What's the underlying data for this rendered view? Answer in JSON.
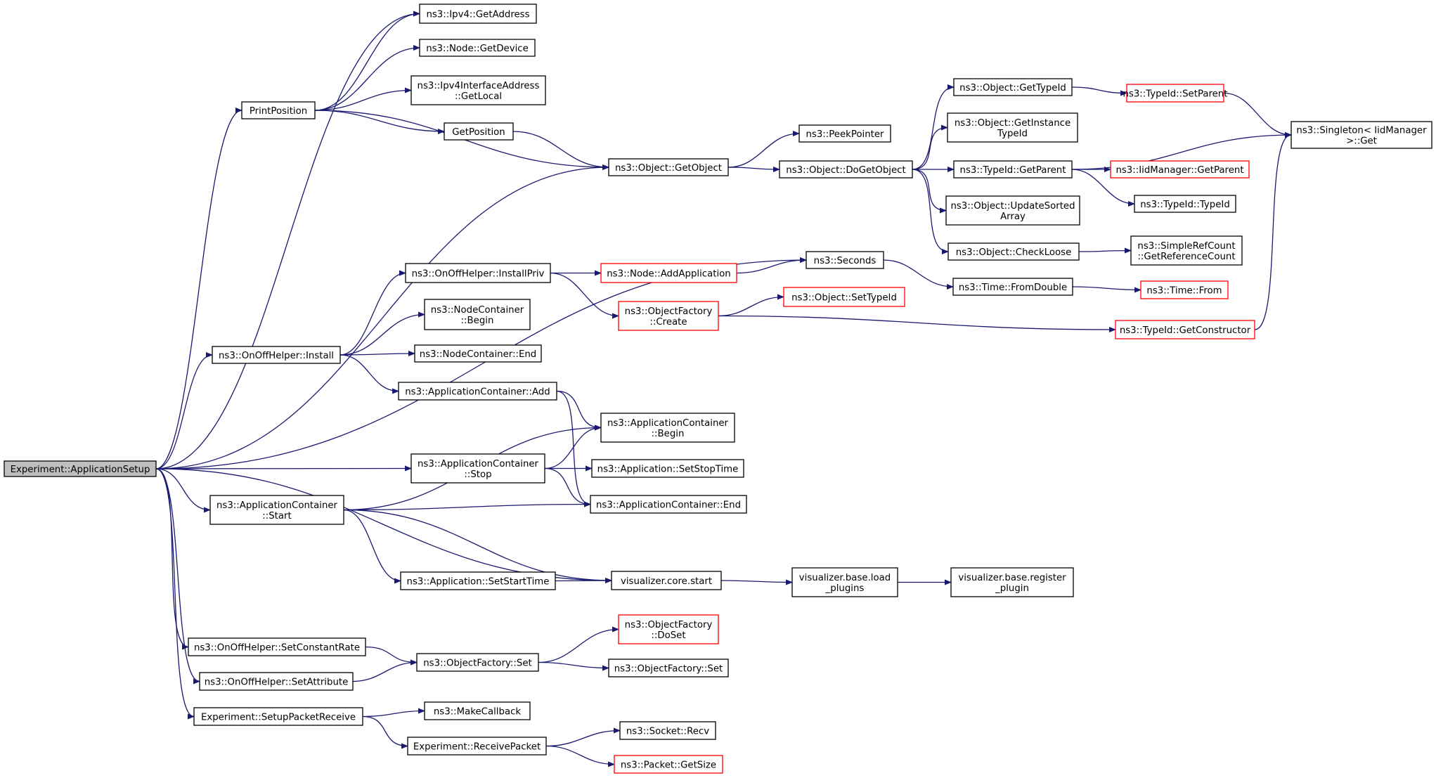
{
  "colors": {
    "edge": "#191970",
    "border_default": "#000000",
    "border_truncated": "#ff0000",
    "root_fill": "#bfbfbf",
    "node_fill": "#ffffff"
  },
  "nodes": [
    {
      "id": "root",
      "lines": [
        "Experiment::ApplicationSetup"
      ],
      "style": "root"
    },
    {
      "id": "print_position",
      "lines": [
        "PrintPosition"
      ],
      "style": "normal"
    },
    {
      "id": "ipv4_getaddress",
      "lines": [
        "ns3::Ipv4::GetAddress"
      ],
      "style": "normal"
    },
    {
      "id": "node_getdevice",
      "lines": [
        "ns3::Node::GetDevice"
      ],
      "style": "normal"
    },
    {
      "id": "ipv4ifaddr_getlocal",
      "lines": [
        "ns3::Ipv4InterfaceAddress",
        "::GetLocal"
      ],
      "style": "normal"
    },
    {
      "id": "getposition",
      "lines": [
        "GetPosition"
      ],
      "style": "normal"
    },
    {
      "id": "object_getobject",
      "lines": [
        "ns3::Object::GetObject"
      ],
      "style": "normal"
    },
    {
      "id": "peekpointer",
      "lines": [
        "ns3::PeekPointer"
      ],
      "style": "normal"
    },
    {
      "id": "object_dogetobject",
      "lines": [
        "ns3::Object::DoGetObject"
      ],
      "style": "normal"
    },
    {
      "id": "object_gettypeid",
      "lines": [
        "ns3::Object::GetTypeId"
      ],
      "style": "normal"
    },
    {
      "id": "typeid_setparent",
      "lines": [
        "ns3::TypeId::SetParent"
      ],
      "style": "truncated"
    },
    {
      "id": "singleton_get",
      "lines": [
        "ns3::Singleton< IidManager",
        " >::Get"
      ],
      "style": "normal"
    },
    {
      "id": "object_getinstancetypeid",
      "lines": [
        "ns3::Object::GetInstance",
        "TypeId"
      ],
      "style": "normal"
    },
    {
      "id": "typeid_getparent",
      "lines": [
        "ns3::TypeId::GetParent"
      ],
      "style": "normal"
    },
    {
      "id": "iidmanager_getparent",
      "lines": [
        "ns3::IidManager::GetParent"
      ],
      "style": "truncated"
    },
    {
      "id": "typeid_typeid",
      "lines": [
        "ns3::TypeId::TypeId"
      ],
      "style": "normal"
    },
    {
      "id": "object_updatesortedarray",
      "lines": [
        "ns3::Object::UpdateSorted",
        "Array"
      ],
      "style": "normal"
    },
    {
      "id": "object_checkloose",
      "lines": [
        "ns3::Object::CheckLoose"
      ],
      "style": "normal"
    },
    {
      "id": "simplerefcount_getrefcount",
      "lines": [
        "ns3::SimpleRefCount",
        "::GetReferenceCount"
      ],
      "style": "normal"
    },
    {
      "id": "seconds",
      "lines": [
        "ns3::Seconds"
      ],
      "style": "normal"
    },
    {
      "id": "time_fromdouble",
      "lines": [
        "ns3::Time::FromDouble"
      ],
      "style": "normal"
    },
    {
      "id": "time_from",
      "lines": [
        "ns3::Time::From"
      ],
      "style": "truncated"
    },
    {
      "id": "onoff_installpriv",
      "lines": [
        "ns3::OnOffHelper::InstallPriv"
      ],
      "style": "normal"
    },
    {
      "id": "node_addapplication",
      "lines": [
        "ns3::Node::AddApplication"
      ],
      "style": "truncated"
    },
    {
      "id": "objectfactory_create",
      "lines": [
        "ns3::ObjectFactory",
        "::Create"
      ],
      "style": "truncated"
    },
    {
      "id": "object_settypeid",
      "lines": [
        "ns3::Object::SetTypeId"
      ],
      "style": "truncated"
    },
    {
      "id": "typeid_getconstructor",
      "lines": [
        "ns3::TypeId::GetConstructor"
      ],
      "style": "truncated"
    },
    {
      "id": "nodecontainer_begin",
      "lines": [
        "ns3::NodeContainer",
        "::Begin"
      ],
      "style": "normal"
    },
    {
      "id": "onoff_install",
      "lines": [
        "ns3::OnOffHelper::Install"
      ],
      "style": "normal"
    },
    {
      "id": "nodecontainer_end",
      "lines": [
        "ns3::NodeContainer::End"
      ],
      "style": "normal"
    },
    {
      "id": "appcontainer_add",
      "lines": [
        "ns3::ApplicationContainer::Add"
      ],
      "style": "normal"
    },
    {
      "id": "appcontainer_begin",
      "lines": [
        "ns3::ApplicationContainer",
        "::Begin"
      ],
      "style": "normal"
    },
    {
      "id": "appcontainer_stop",
      "lines": [
        "ns3::ApplicationContainer",
        "::Stop"
      ],
      "style": "normal"
    },
    {
      "id": "application_setstoptime",
      "lines": [
        "ns3::Application::SetStopTime"
      ],
      "style": "normal"
    },
    {
      "id": "appcontainer_start",
      "lines": [
        "ns3::ApplicationContainer",
        "::Start"
      ],
      "style": "normal"
    },
    {
      "id": "appcontainer_end",
      "lines": [
        "ns3::ApplicationContainer::End"
      ],
      "style": "normal"
    },
    {
      "id": "application_setstarttime",
      "lines": [
        "ns3::Application::SetStartTime"
      ],
      "style": "normal"
    },
    {
      "id": "visualizer_core_start",
      "lines": [
        "visualizer.core.start"
      ],
      "style": "normal"
    },
    {
      "id": "visualizer_load_plugins",
      "lines": [
        "visualizer.base.load",
        "_plugins"
      ],
      "style": "normal"
    },
    {
      "id": "visualizer_register_plugin",
      "lines": [
        "visualizer.base.register",
        "_plugin"
      ],
      "style": "normal"
    },
    {
      "id": "onoff_setconstantrate",
      "lines": [
        "ns3::OnOffHelper::SetConstantRate"
      ],
      "style": "normal"
    },
    {
      "id": "objectfactory_doset",
      "lines": [
        "ns3::ObjectFactory",
        "::DoSet"
      ],
      "style": "truncated"
    },
    {
      "id": "objectfactory_set1",
      "lines": [
        "ns3::ObjectFactory::Set"
      ],
      "style": "normal"
    },
    {
      "id": "objectfactory_set2",
      "lines": [
        "ns3::ObjectFactory::Set"
      ],
      "style": "normal"
    },
    {
      "id": "onoff_setattribute",
      "lines": [
        "ns3::OnOffHelper::SetAttribute"
      ],
      "style": "normal"
    },
    {
      "id": "setup_packet_receive",
      "lines": [
        "Experiment::SetupPacketReceive"
      ],
      "style": "normal"
    },
    {
      "id": "makecallback",
      "lines": [
        "ns3::MakeCallback"
      ],
      "style": "normal"
    },
    {
      "id": "receive_packet",
      "lines": [
        "Experiment::ReceivePacket"
      ],
      "style": "normal"
    },
    {
      "id": "socket_recv",
      "lines": [
        "ns3::Socket::Recv"
      ],
      "style": "normal"
    },
    {
      "id": "packet_getsize",
      "lines": [
        "ns3::Packet::GetSize"
      ],
      "style": "truncated"
    }
  ],
  "edges": [
    [
      "root",
      "print_position"
    ],
    [
      "root",
      "ipv4_getaddress"
    ],
    [
      "root",
      "object_getobject"
    ],
    [
      "root",
      "seconds"
    ],
    [
      "root",
      "onoff_install"
    ],
    [
      "root",
      "appcontainer_stop"
    ],
    [
      "root",
      "appcontainer_start"
    ],
    [
      "root",
      "visualizer_core_start"
    ],
    [
      "root",
      "onoff_setconstantrate"
    ],
    [
      "root",
      "onoff_setattribute"
    ],
    [
      "root",
      "setup_packet_receive"
    ],
    [
      "print_position",
      "ipv4_getaddress"
    ],
    [
      "print_position",
      "node_getdevice"
    ],
    [
      "print_position",
      "ipv4ifaddr_getlocal"
    ],
    [
      "print_position",
      "getposition"
    ],
    [
      "print_position",
      "object_getobject"
    ],
    [
      "getposition",
      "object_getobject"
    ],
    [
      "object_getobject",
      "peekpointer"
    ],
    [
      "object_getobject",
      "object_dogetobject"
    ],
    [
      "object_dogetobject",
      "object_gettypeid"
    ],
    [
      "object_dogetobject",
      "object_getinstancetypeid"
    ],
    [
      "object_dogetobject",
      "typeid_getparent"
    ],
    [
      "object_dogetobject",
      "object_updatesortedarray"
    ],
    [
      "object_dogetobject",
      "object_checkloose"
    ],
    [
      "object_gettypeid",
      "typeid_setparent"
    ],
    [
      "typeid_setparent",
      "singleton_get"
    ],
    [
      "typeid_getparent",
      "singleton_get"
    ],
    [
      "typeid_getparent",
      "iidmanager_getparent"
    ],
    [
      "typeid_getparent",
      "typeid_typeid"
    ],
    [
      "object_checkloose",
      "simplerefcount_getrefcount"
    ],
    [
      "seconds",
      "time_fromdouble"
    ],
    [
      "time_fromdouble",
      "time_from"
    ],
    [
      "onoff_install",
      "onoff_installpriv"
    ],
    [
      "onoff_install",
      "nodecontainer_begin"
    ],
    [
      "onoff_install",
      "nodecontainer_end"
    ],
    [
      "onoff_install",
      "appcontainer_add"
    ],
    [
      "onoff_installpriv",
      "node_addapplication"
    ],
    [
      "onoff_installpriv",
      "objectfactory_create"
    ],
    [
      "node_addapplication",
      "seconds"
    ],
    [
      "objectfactory_create",
      "object_settypeid"
    ],
    [
      "objectfactory_create",
      "typeid_getconstructor"
    ],
    [
      "typeid_getconstructor",
      "singleton_get"
    ],
    [
      "appcontainer_add",
      "appcontainer_begin"
    ],
    [
      "appcontainer_add",
      "appcontainer_end"
    ],
    [
      "appcontainer_stop",
      "appcontainer_begin"
    ],
    [
      "appcontainer_stop",
      "application_setstoptime"
    ],
    [
      "appcontainer_stop",
      "appcontainer_end"
    ],
    [
      "appcontainer_start",
      "appcontainer_begin"
    ],
    [
      "appcontainer_start",
      "appcontainer_end"
    ],
    [
      "appcontainer_start",
      "application_setstarttime"
    ],
    [
      "appcontainer_start",
      "visualizer_core_start"
    ],
    [
      "application_setstarttime",
      "visualizer_core_start"
    ],
    [
      "visualizer_core_start",
      "visualizer_load_plugins"
    ],
    [
      "visualizer_load_plugins",
      "visualizer_register_plugin"
    ],
    [
      "onoff_setconstantrate",
      "objectfactory_set1"
    ],
    [
      "onoff_setattribute",
      "objectfactory_set1"
    ],
    [
      "objectfactory_set1",
      "objectfactory_doset"
    ],
    [
      "objectfactory_set1",
      "objectfactory_set2"
    ],
    [
      "setup_packet_receive",
      "makecallback"
    ],
    [
      "setup_packet_receive",
      "receive_packet"
    ],
    [
      "receive_packet",
      "socket_recv"
    ],
    [
      "receive_packet",
      "packet_getsize"
    ]
  ]
}
